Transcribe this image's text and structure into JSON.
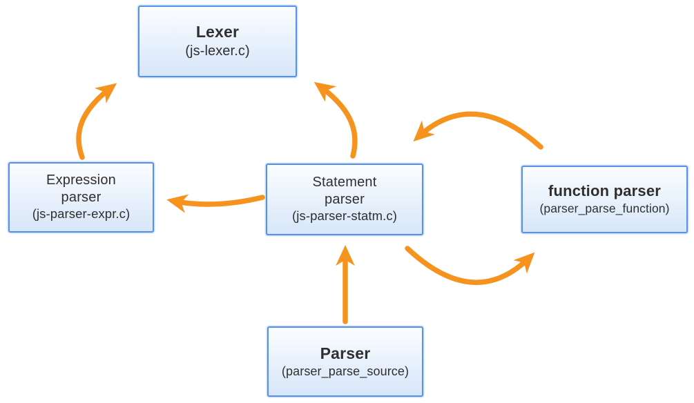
{
  "colors": {
    "arrow": "#f6921e",
    "border": "#5791e3",
    "fill-top": "#fbfdff",
    "fill-bottom": "#d7e6f9",
    "text": "#2f2f2f"
  },
  "diagram": {
    "nodes": {
      "lexer": {
        "title": "Lexer",
        "subtitle": "(js-lexer.c)"
      },
      "expression_parser": {
        "title": "Expression\nparser",
        "subtitle": "(js-parser-expr.c)"
      },
      "statement_parser": {
        "title": "Statement\nparser",
        "subtitle": "(js-parser-statm.c)"
      },
      "function_parser": {
        "title": "function parser",
        "subtitle": "(parser_parse_function)"
      },
      "parser": {
        "title": "Parser",
        "subtitle": "(parser_parse_source)"
      }
    },
    "edges": [
      {
        "id": "expression-parser-to-lexer",
        "from": "expression_parser",
        "to": "lexer"
      },
      {
        "id": "statement-parser-to-lexer",
        "from": "statement_parser",
        "to": "lexer"
      },
      {
        "id": "statement-parser-to-expression-parser",
        "from": "statement_parser",
        "to": "expression_parser"
      },
      {
        "id": "function-parser-to-statement-parser",
        "from": "function_parser",
        "to": "statement_parser"
      },
      {
        "id": "statement-parser-to-function-parser",
        "from": "statement_parser",
        "to": "function_parser"
      },
      {
        "id": "parser-to-statement-parser",
        "from": "parser",
        "to": "statement_parser"
      }
    ]
  }
}
